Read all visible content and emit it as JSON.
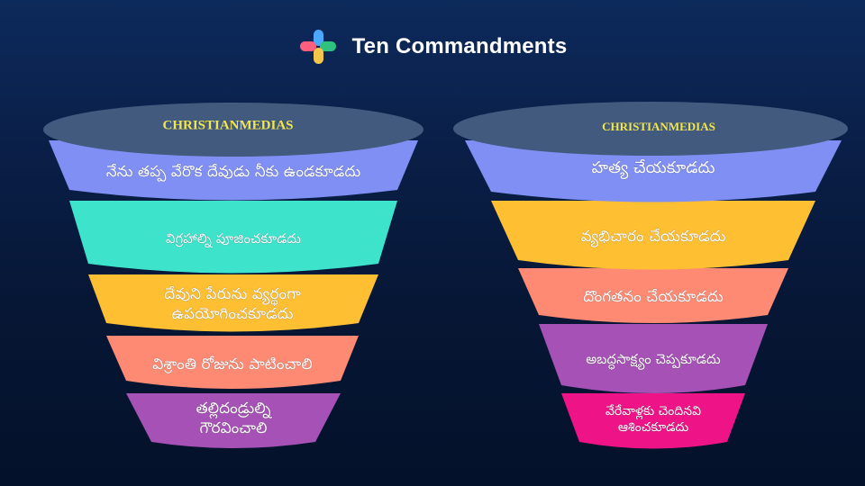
{
  "header": {
    "title": "Ten Commandments",
    "logo_colors": [
      "#4aa8ff",
      "#2ec27e",
      "#f5c64a",
      "#ff5f7e"
    ]
  },
  "colors": {
    "top_ellipse": "#425a7e",
    "top_label": "#f2e64a"
  },
  "funnels": [
    {
      "top_label": "CHRISTIANMEDIAS",
      "bands": [
        {
          "lines": [
            "నేను తప్ప వేరొక దేవుడు నీకు ఉండకూడదు"
          ],
          "color": "#7f8ff3"
        },
        {
          "lines": [
            "విగ్రహాల్ని పూజించకూడదు"
          ],
          "color": "#3ee3cc"
        },
        {
          "lines": [
            "దేవుని పేరును వ్యర్థంగా",
            "ఉపయోగించకూడదు"
          ],
          "color": "#ffbf33"
        },
        {
          "lines": [
            "విశ్రాంతి రోజును పాటించాలి"
          ],
          "color": "#ff8a73"
        },
        {
          "lines": [
            "తల్లిదండ్రుల్ని",
            "గౌరవించాలి"
          ],
          "color": "#a551b5"
        }
      ]
    },
    {
      "top_label": "CHRISTIANMEDIAS",
      "bands": [
        {
          "lines": [
            "హత్య చేయకూడదు"
          ],
          "color": "#7f8ff3"
        },
        {
          "lines": [
            "వ్యభిచారం చేయకూడదు"
          ],
          "color": "#ffbf33"
        },
        {
          "lines": [
            "దొంగతనం చేయకూడదు"
          ],
          "color": "#ff8a73"
        },
        {
          "lines": [
            "అబద్ధసాక్ష్యం చెప్పకూడదు"
          ],
          "color": "#a551b5"
        },
        {
          "lines": [
            "వేరేవాళ్లకు చెందినవి",
            "ఆశించకూడదు"
          ],
          "color": "#ee1488"
        }
      ]
    }
  ]
}
